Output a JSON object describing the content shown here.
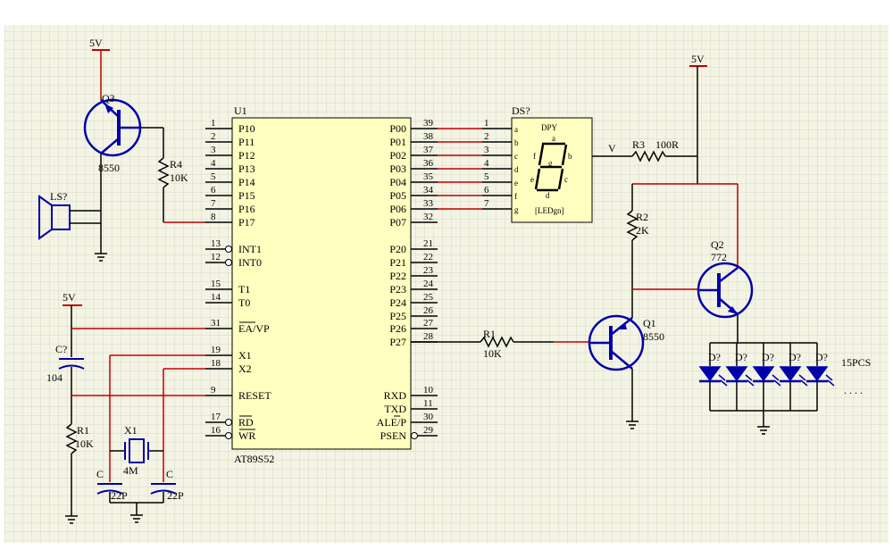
{
  "colors": {
    "grid": "#d9d9bd",
    "sheet": "#f4f4e6",
    "wire_black": "#000000",
    "wire_red": "#c00000",
    "component_blue": "#0000aa",
    "chip_fill": "#ffffc0"
  },
  "mcu": {
    "ref": "U1",
    "part": "AT89S52",
    "left_pins": [
      {
        "num": "1",
        "name": "P10"
      },
      {
        "num": "2",
        "name": "P11"
      },
      {
        "num": "3",
        "name": "P12"
      },
      {
        "num": "4",
        "name": "P13"
      },
      {
        "num": "5",
        "name": "P14"
      },
      {
        "num": "6",
        "name": "P15"
      },
      {
        "num": "7",
        "name": "P16"
      },
      {
        "num": "8",
        "name": "P17"
      },
      {
        "num": "13",
        "name": "INT1"
      },
      {
        "num": "12",
        "name": "INT0"
      },
      {
        "num": "15",
        "name": "T1"
      },
      {
        "num": "14",
        "name": "T0"
      },
      {
        "num": "31",
        "name": "EA/VP"
      },
      {
        "num": "19",
        "name": "X1"
      },
      {
        "num": "18",
        "name": "X2"
      },
      {
        "num": "9",
        "name": "RESET"
      },
      {
        "num": "17",
        "name": "RD"
      },
      {
        "num": "16",
        "name": "WR"
      }
    ],
    "right_pins": [
      {
        "num": "39",
        "name": "P00"
      },
      {
        "num": "38",
        "name": "P01"
      },
      {
        "num": "37",
        "name": "P02"
      },
      {
        "num": "36",
        "name": "P03"
      },
      {
        "num": "35",
        "name": "P04"
      },
      {
        "num": "34",
        "name": "P05"
      },
      {
        "num": "33",
        "name": "P06"
      },
      {
        "num": "32",
        "name": "P07"
      },
      {
        "num": "21",
        "name": "P20"
      },
      {
        "num": "22",
        "name": "P21"
      },
      {
        "num": "23",
        "name": "P22"
      },
      {
        "num": "24",
        "name": "P23"
      },
      {
        "num": "25",
        "name": "P24"
      },
      {
        "num": "26",
        "name": "P25"
      },
      {
        "num": "27",
        "name": "P26"
      },
      {
        "num": "28",
        "name": "P27"
      },
      {
        "num": "10",
        "name": "RXD"
      },
      {
        "num": "11",
        "name": "TXD"
      },
      {
        "num": "30",
        "name": "ALE/P"
      },
      {
        "num": "29",
        "name": "PSEN"
      }
    ]
  },
  "display": {
    "ref": "DS?",
    "title": "DPY",
    "subtitle": "[LEDgn]",
    "pin_numbers": [
      "1",
      "2",
      "3",
      "4",
      "5",
      "6",
      "7"
    ],
    "pin_letters": [
      "a",
      "b",
      "c",
      "d",
      "e",
      "f",
      "g"
    ],
    "segment_labels": {
      "a": "a",
      "b": "b",
      "c": "c",
      "d": "d",
      "e": "e",
      "f": "f",
      "g": "g"
    },
    "supply_label": "V"
  },
  "components": {
    "q3": {
      "ref": "Q3",
      "value": "8550",
      "supply": "5V"
    },
    "r4": {
      "ref": "R4",
      "value": "10K"
    },
    "speaker": {
      "ref": "LS?"
    },
    "supply_ea": {
      "label": "5V"
    },
    "c_reset": {
      "ref": "C?",
      "value": "104"
    },
    "r1_reset": {
      "ref": "R1",
      "value": "10K"
    },
    "crystal": {
      "ref": "X1",
      "value": "4M"
    },
    "c_x1": {
      "ref": "C",
      "value": "22P"
    },
    "c_x2": {
      "ref": "C",
      "value": "22P"
    },
    "r1_base": {
      "ref": "R1",
      "value": "10K"
    },
    "q1": {
      "ref": "Q1",
      "value": "8550"
    },
    "r2": {
      "ref": "R2",
      "value": "2K"
    },
    "q2": {
      "ref": "Q2",
      "value": "772"
    },
    "r3": {
      "ref": "R3",
      "value": "100R"
    },
    "supply_right": {
      "label": "5V"
    },
    "leds": {
      "refs": [
        "D?",
        "D?",
        "D?",
        "D?",
        "D?"
      ],
      "count_label": "15PCS",
      "dots": ". . . ."
    }
  }
}
